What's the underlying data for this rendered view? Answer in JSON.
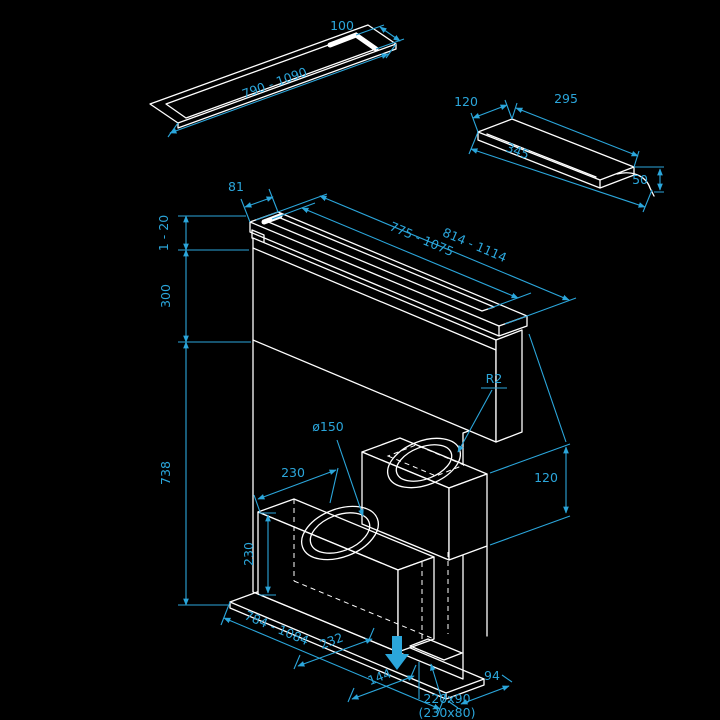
{
  "drawing": {
    "title": "downdraft extractor installation dimensions",
    "colors": {
      "background": "#000000",
      "outline": "#ffffff",
      "dimension": "#2BA6DB"
    }
  },
  "cutout": {
    "length": "790 - 1090",
    "width": "100"
  },
  "accessory": {
    "width": "120",
    "length": "295",
    "total_length": "345",
    "height": "50"
  },
  "unit": {
    "top_depth": "81",
    "slot_length": "775 - 1075",
    "top_length": "814 - 1114",
    "adjust_height": "1 - 20",
    "screen_height": "300",
    "body_height": "738",
    "corner_radius": "R2",
    "duct_height": "120",
    "duct_diameter": "ø150",
    "motor_box_depth": "230",
    "motor_box_height": "230",
    "outlet_depth_pos": "232",
    "outlet_length_pos": "144",
    "base_length": "784 - 1084",
    "base_offset": "94",
    "outlet_size": "220x90",
    "outlet_size_alt": "(230x80)"
  }
}
